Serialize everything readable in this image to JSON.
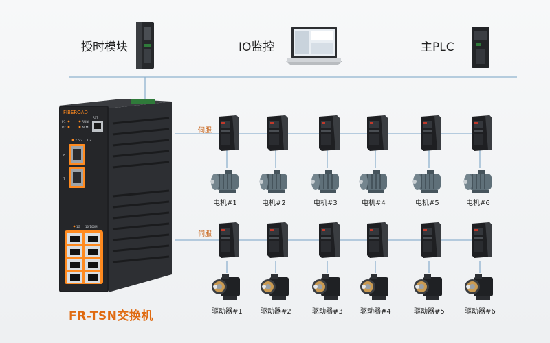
{
  "top": {
    "time_module": "授时模块",
    "io_monitor": "IO监控",
    "main_plc": "主PLC"
  },
  "switch": {
    "brand": "FIBEROAD",
    "model_title": "FR-TSN交换机",
    "led_p1": "P1",
    "led_p2": "P2",
    "led_run": "RUN",
    "led_alm": "ALM",
    "led_rst": "RST",
    "port_speed_label": "2.5G",
    "port_speed_label2": "1G",
    "port_8": "8",
    "port_7": "7",
    "rj45_label1": "1G",
    "rj45_label2": "10/100M"
  },
  "row1": {
    "group_label": "伺服",
    "motors": [
      "电机#1",
      "电机#2",
      "电机#3",
      "电机#4",
      "电机#5",
      "电机#6"
    ]
  },
  "row2": {
    "group_label": "伺服",
    "drivers": [
      "驱动器#1",
      "驱动器#2",
      "驱动器#3",
      "驱动器#4",
      "驱动器#5",
      "驱动器#6"
    ]
  },
  "colors": {
    "line": "#8fb2cf",
    "accent": "#e06a10",
    "device_dark": "#1e1f22"
  }
}
